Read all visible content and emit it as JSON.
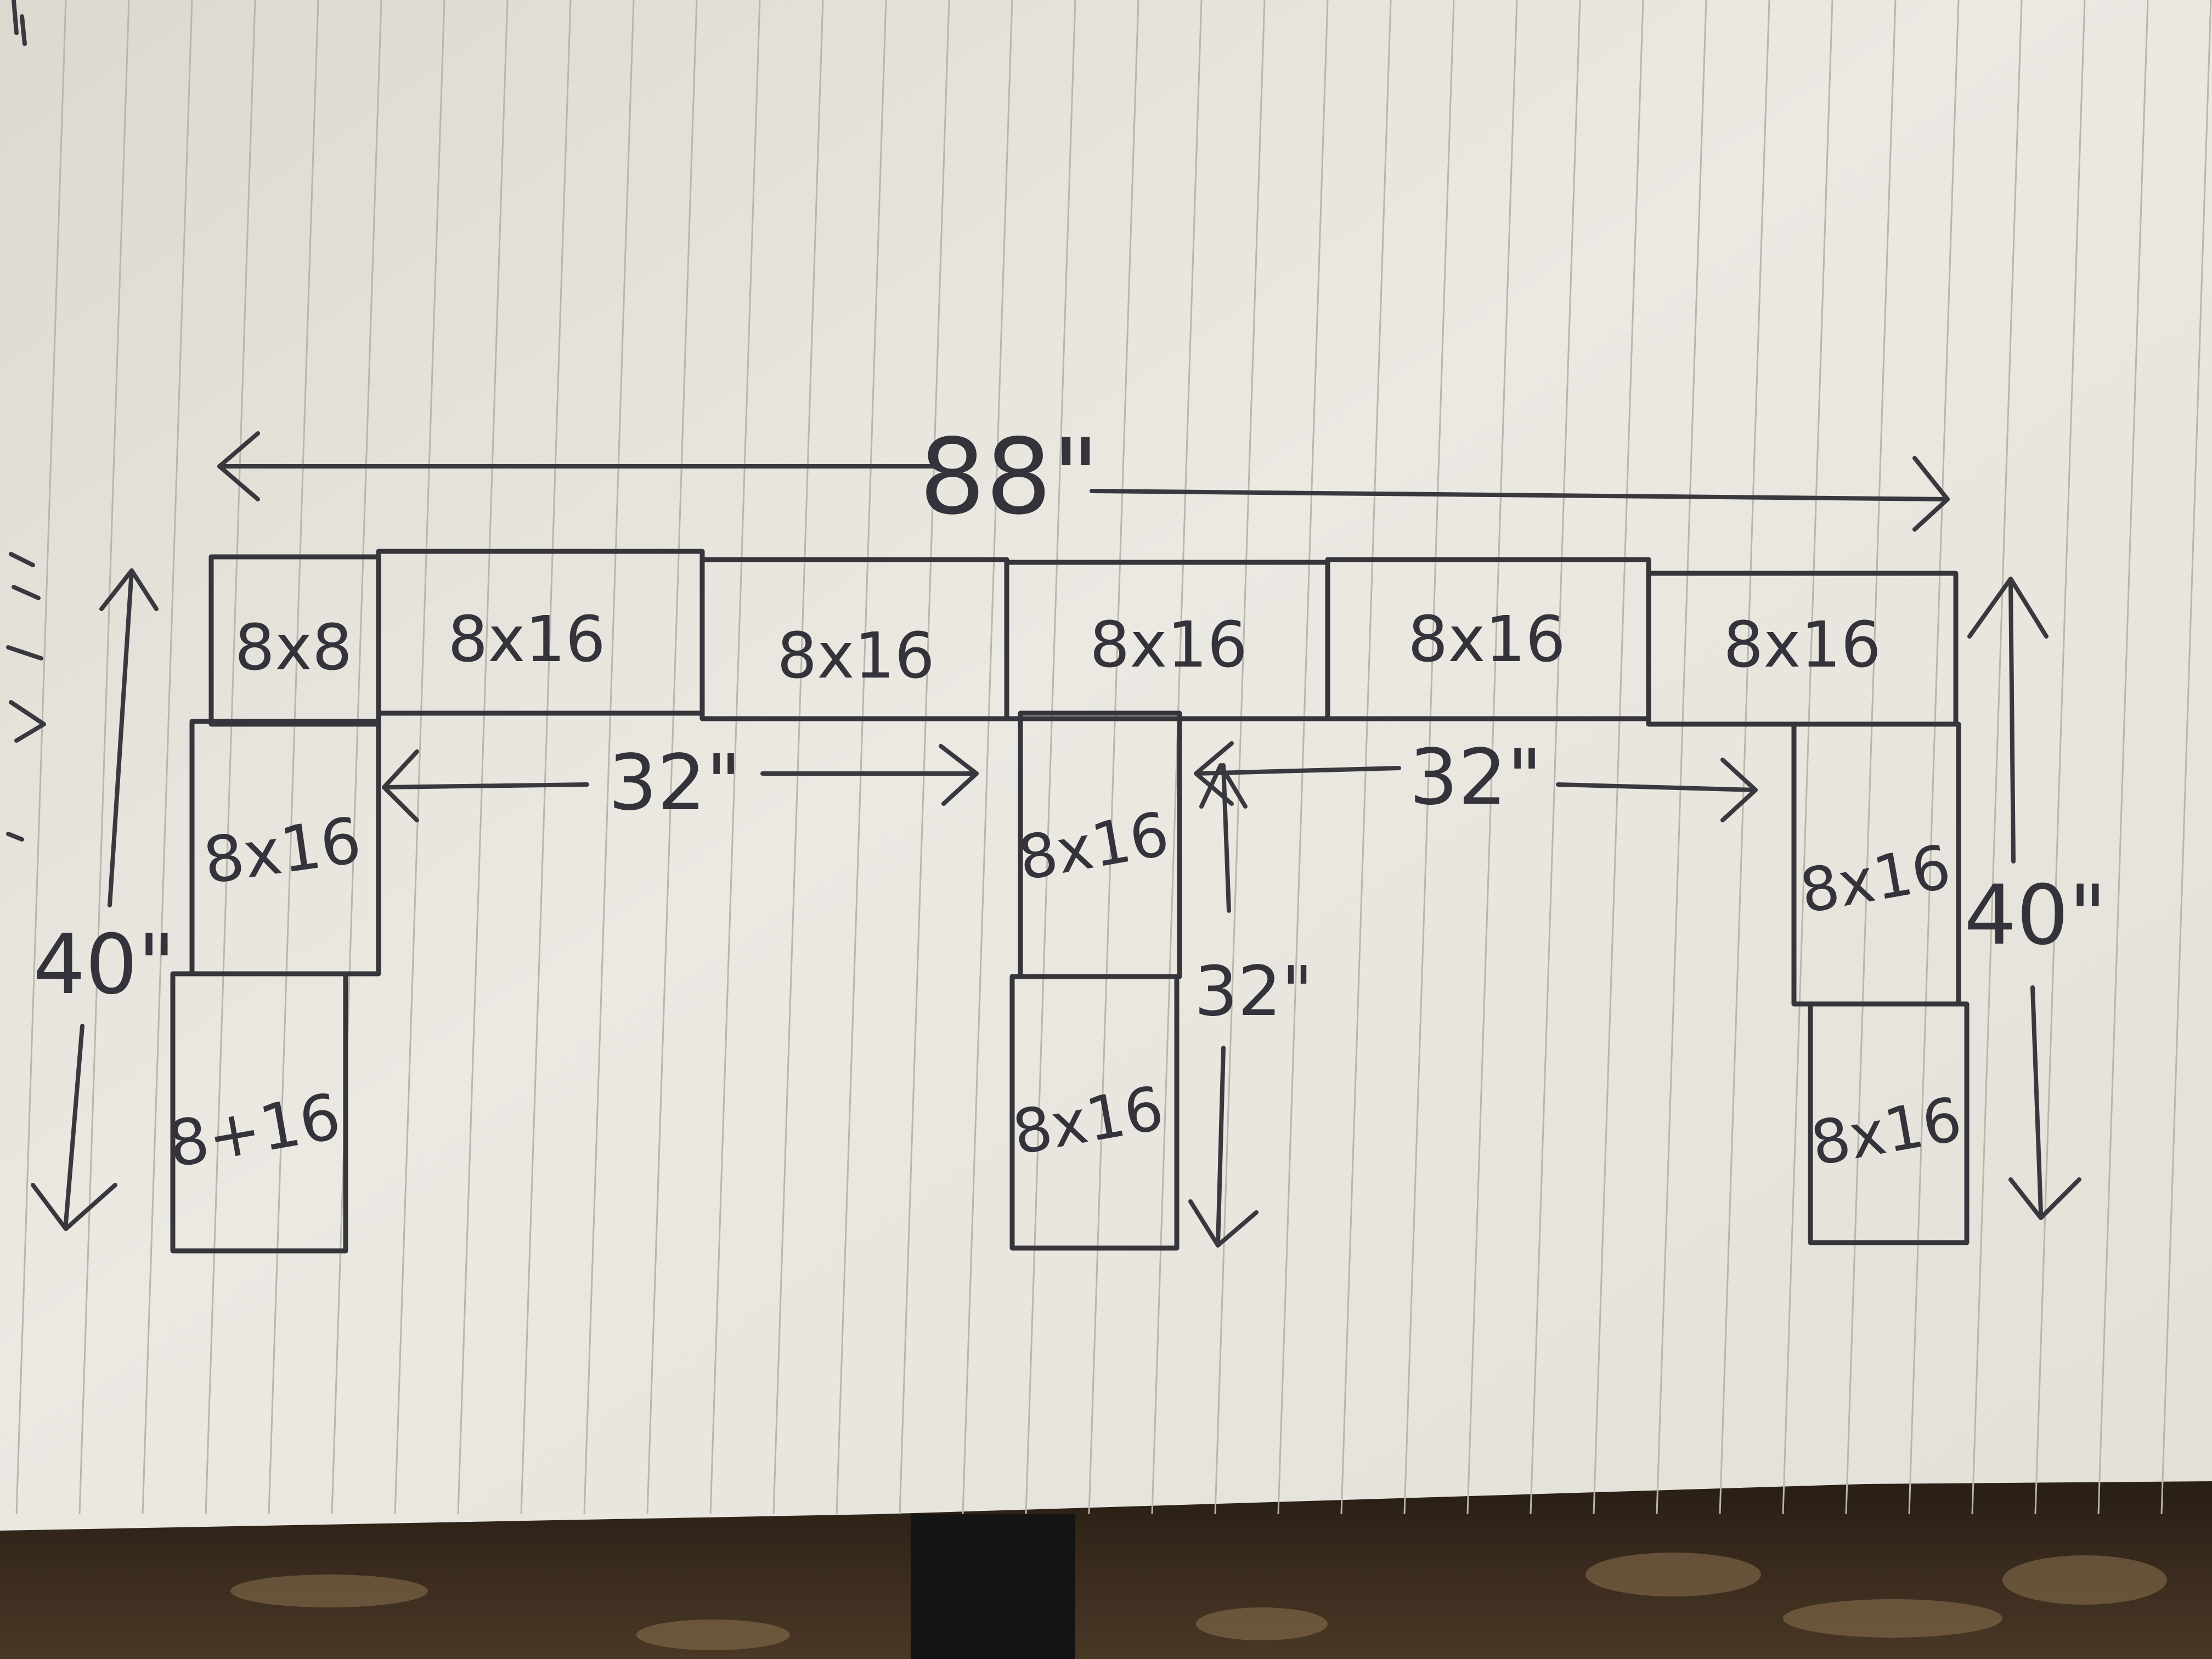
{
  "diagram": {
    "overall_width": "88\"",
    "gap_left": "32\"",
    "gap_right": "32\"",
    "left_height": "40\"",
    "right_height": "40\"",
    "middle_height": "32\"",
    "top_row": [
      {
        "label": "8x8"
      },
      {
        "label": "8x16"
      },
      {
        "label": "8x16"
      },
      {
        "label": "8x16"
      },
      {
        "label": "8x16"
      },
      {
        "label": "8x16"
      }
    ],
    "left_leg": [
      {
        "label": "8x16"
      },
      {
        "label": "8+16"
      }
    ],
    "middle_leg": [
      {
        "label": "8x16"
      },
      {
        "label": "8x16"
      }
    ],
    "right_leg": [
      {
        "label": "8x16"
      },
      {
        "label": "8x16"
      }
    ]
  },
  "colors": {
    "paper": "#e8e6df",
    "ink": "#35333a",
    "rule_line": "#b9b6ad",
    "table_wood": "#3a2c1c"
  }
}
